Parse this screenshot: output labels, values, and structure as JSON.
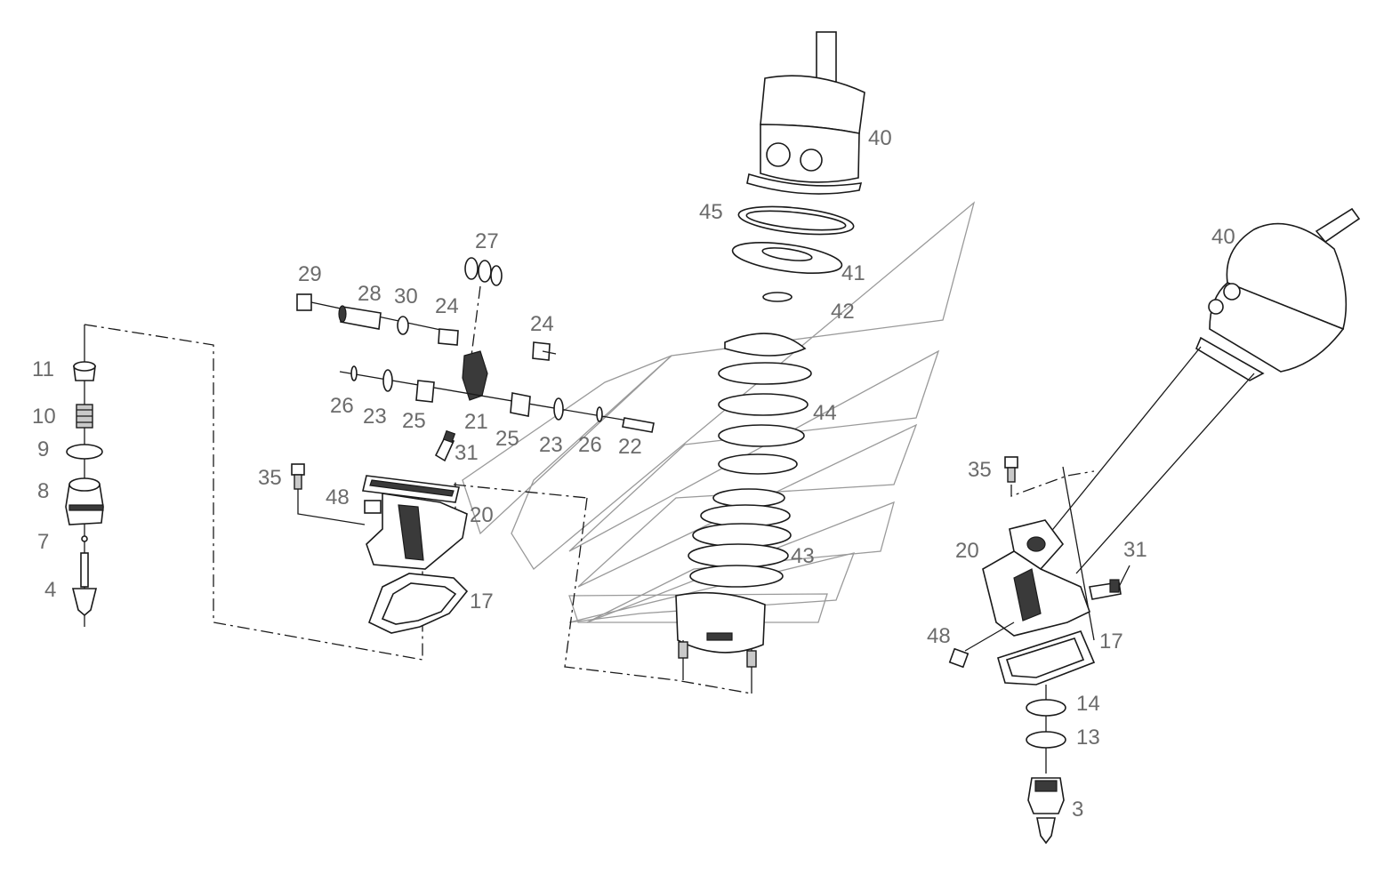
{
  "diagram": {
    "callouts": {
      "c40a": "40",
      "c45": "45",
      "c41": "41",
      "c42": "42",
      "c44": "44",
      "c43": "43",
      "c27": "27",
      "c29": "29",
      "c28": "28",
      "c30": "30",
      "c24a": "24",
      "c24b": "24",
      "c26a": "26",
      "c23a": "23",
      "c25a": "25",
      "c21": "21",
      "c25b": "25",
      "c23b": "23",
      "c26b": "26",
      "c22": "22",
      "c31a": "31",
      "c35a": "35",
      "c48a": "48",
      "c20a": "20",
      "c17a": "17",
      "c11": "11",
      "c10": "10",
      "c9": "9",
      "c8": "8",
      "c7": "7",
      "c4": "4",
      "c40b": "40",
      "c35b": "35",
      "c20b": "20",
      "c31b": "31",
      "c48b": "48",
      "c17b": "17",
      "c14": "14",
      "c13": "13",
      "c3": "3"
    },
    "colors": {
      "line": "#1a1a1a",
      "label": "#6b6b6b",
      "watermark": "#9a9a9a"
    }
  }
}
